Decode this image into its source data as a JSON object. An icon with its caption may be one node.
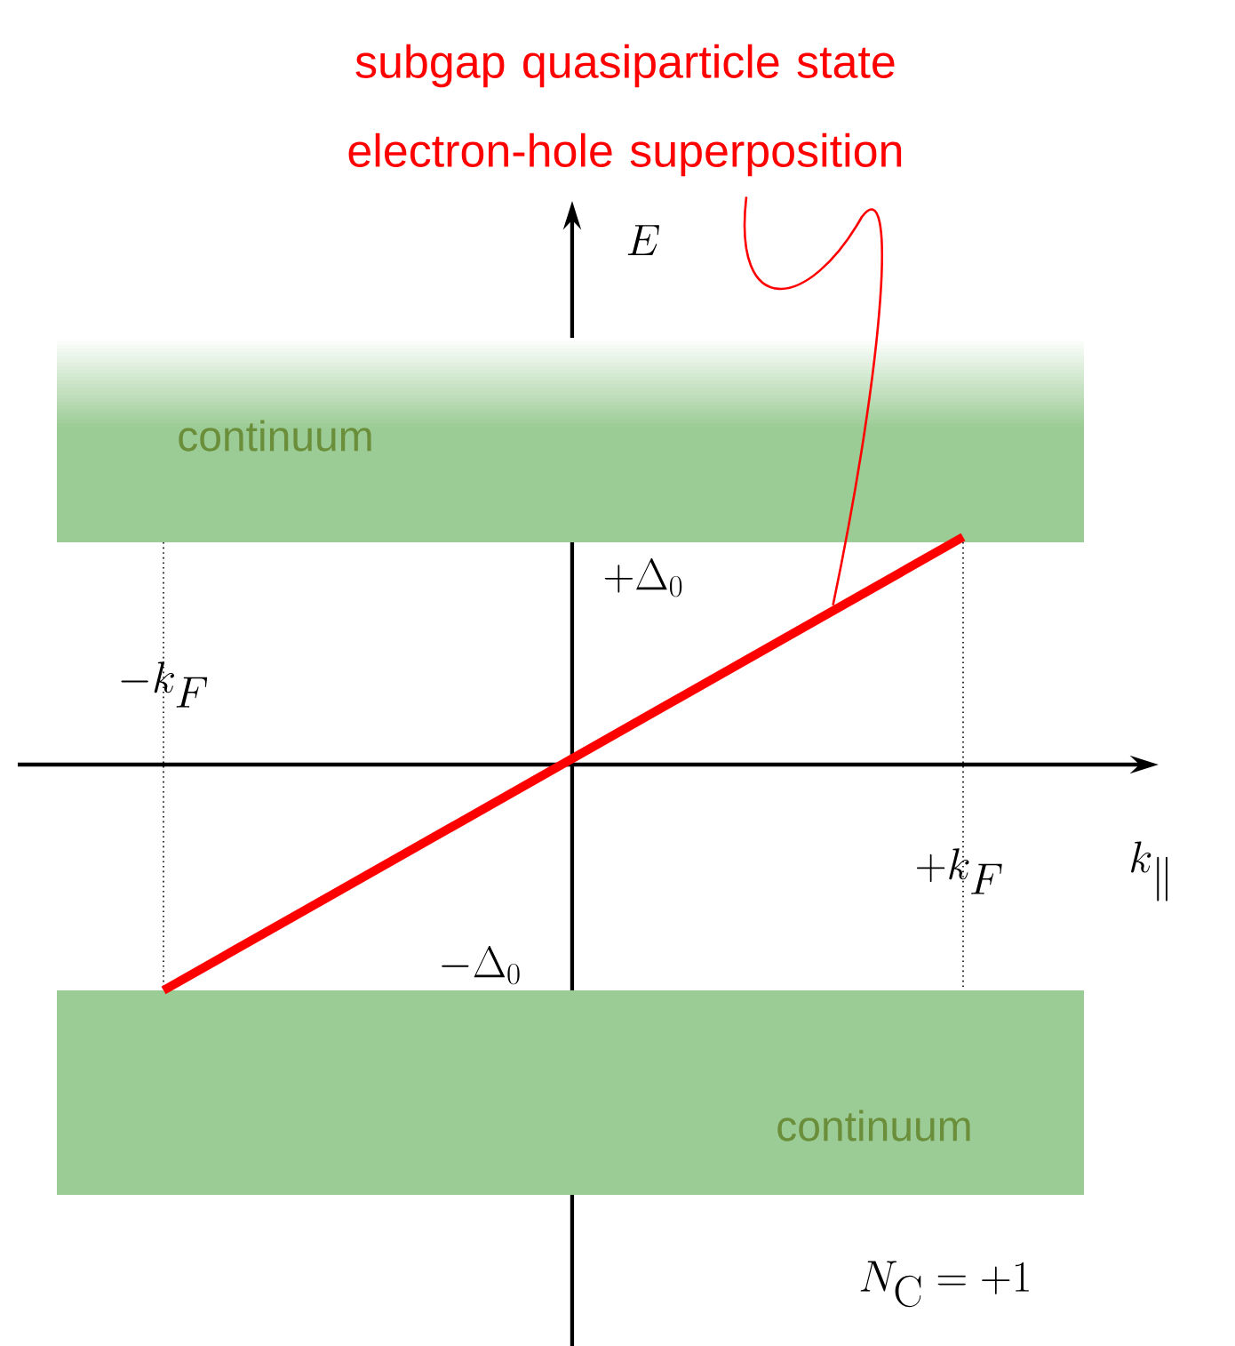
{
  "diagram": {
    "nodes": [
      {
        "text": [
          "continuum"
        ]
      },
      {
        "text": [
          "continuum"
        ]
      },
      {
        "text": [
          "subgap quasiparticle state electron-hole superposition"
        ]
      },
      {
        "text": [],
        "shape": "bar"
      }
    ],
    "edges": [
      {
        "from": 2,
        "to": 3,
        "arrow": "none",
        "color": "#ff0000"
      }
    ],
    "labels": [
      "E",
      "+\\Delta_0",
      "-k_F",
      "k_{\\parallel}",
      "+k_F",
      "-\\Delta_0",
      "N_{\\mathrm{C}} = +1"
    ]
  }
}
